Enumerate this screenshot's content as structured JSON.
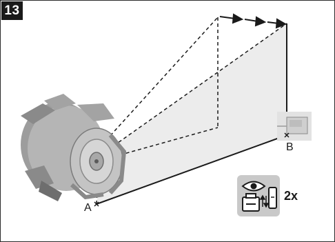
{
  "figure": {
    "step_number": "13",
    "point_a": "A",
    "point_b": "B",
    "repeat_count": "2x"
  },
  "icons": {
    "device": "rotating-laser-icon",
    "target": "laser-target-icon",
    "check": "eye-check-icon",
    "arrows": "arrow-right-icon"
  },
  "colors": {
    "device_body": "#b8b8b8",
    "device_dark": "#6e6e6e",
    "beam_fill": "#ececec",
    "icon_panel": "#c9c9c9",
    "ink": "#1a1a1a"
  }
}
